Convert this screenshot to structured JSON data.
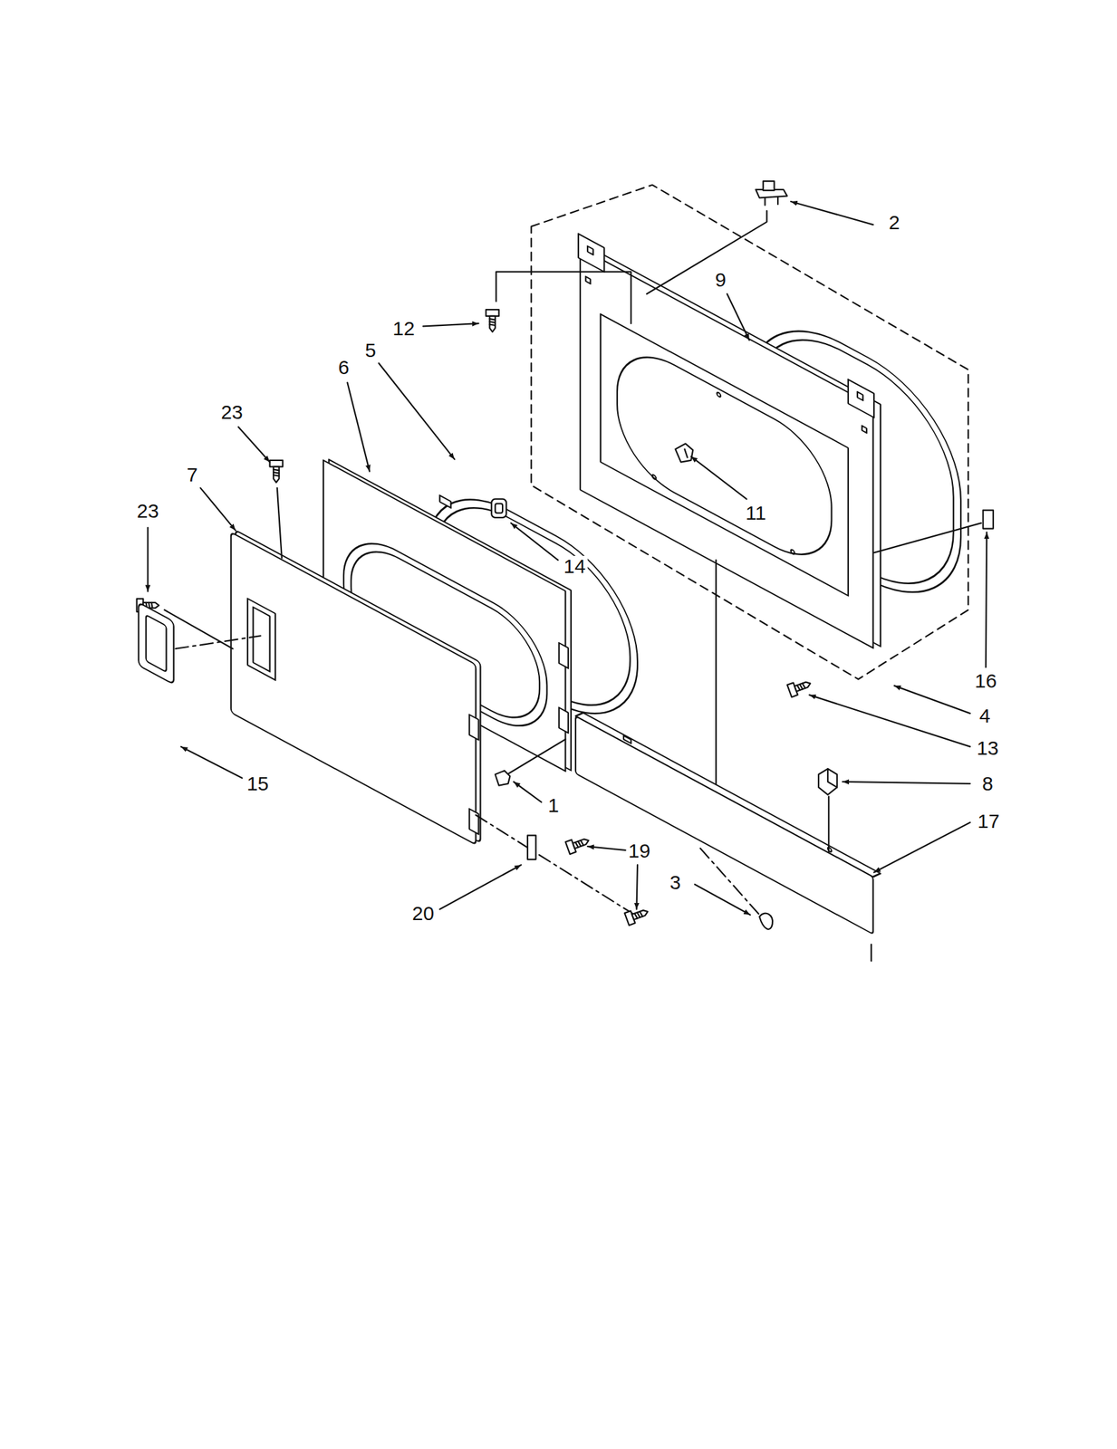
{
  "diagram": {
    "labels": [
      "2",
      "12",
      "9",
      "5",
      "6",
      "23",
      "7",
      "23",
      "11",
      "14",
      "16",
      "4",
      "13",
      "8",
      "1",
      "17",
      "15",
      "19",
      "20",
      "3"
    ]
  }
}
